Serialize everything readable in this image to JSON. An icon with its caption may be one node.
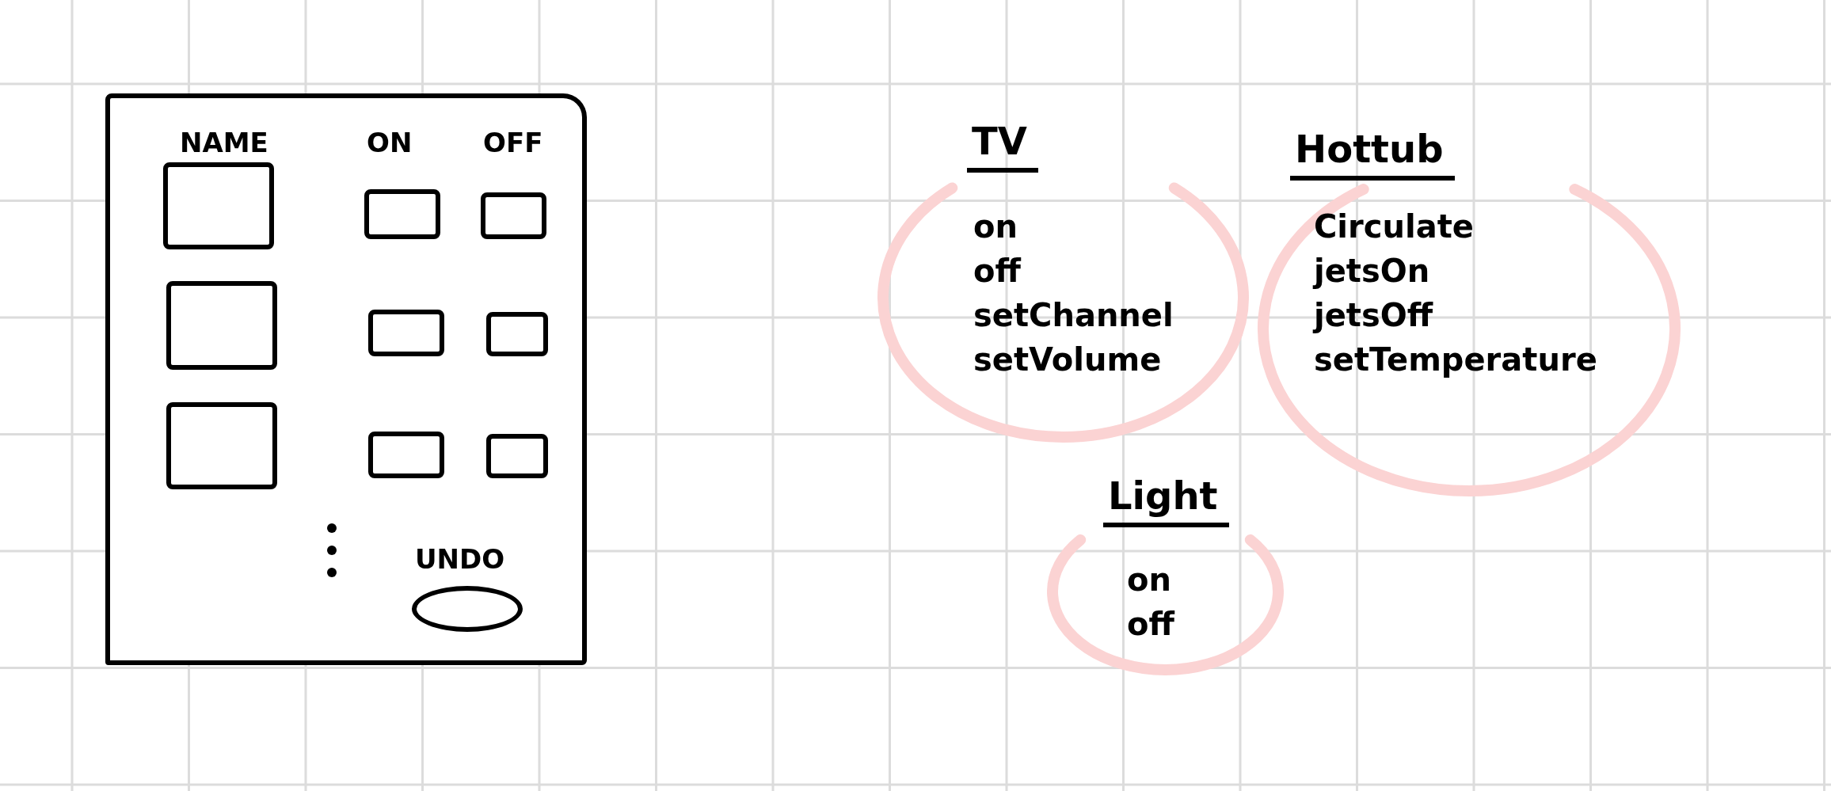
{
  "diagram": {
    "nodes": [
      {
        "text": [
          "NAME",
          "ON",
          "OFF"
        ]
      },
      {
        "text": [],
        "shape": "box",
        "in": 0
      },
      {
        "text": [],
        "shape": "box",
        "in": 0
      },
      {
        "text": [],
        "shape": "box",
        "in": 0
      },
      {
        "text": [],
        "shape": "box",
        "in": 0
      },
      {
        "text": [],
        "shape": "box",
        "in": 0
      },
      {
        "text": [],
        "shape": "box",
        "in": 0
      },
      {
        "text": [],
        "shape": "box",
        "in": 0
      },
      {
        "text": [],
        "shape": "box",
        "in": 0
      },
      {
        "text": [],
        "shape": "box",
        "in": 0
      },
      {
        "text": [
          "UNDO"
        ],
        "in": 0
      },
      {
        "text": [
          "TV",
          "on",
          "off",
          "setChannel",
          "setVolume"
        ]
      },
      {
        "text": [
          "Hottub",
          "Circulate",
          "jetsOn",
          "jetsOff",
          "setTemperature"
        ]
      },
      {
        "text": [
          "Light",
          "on",
          "off"
        ]
      }
    ],
    "edges": []
  }
}
